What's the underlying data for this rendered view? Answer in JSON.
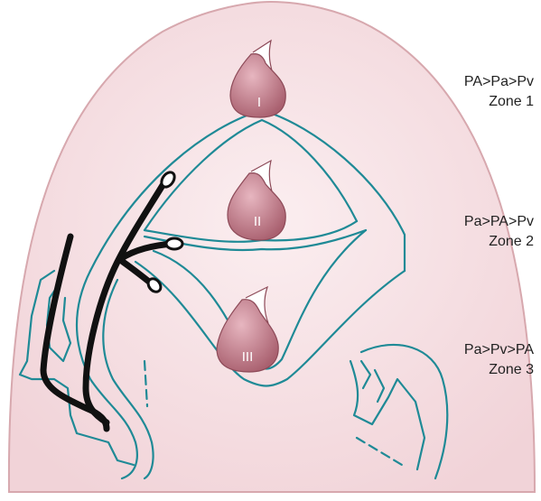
{
  "colors": {
    "lung_fill": "#f4dde0",
    "lung_edge": "#d7a8ae",
    "vessel": "#1f8a96",
    "catheter": "#111111",
    "alveolus_fill": "#c98a96",
    "alveolus_edge": "#8d4a58",
    "label_text": "#222222"
  },
  "alveoli": [
    {
      "numeral": "I"
    },
    {
      "numeral": "II"
    },
    {
      "numeral": "III"
    }
  ],
  "zones": [
    {
      "pressures": "PA>Pa>Pv",
      "name": "Zone 1"
    },
    {
      "pressures": "Pa>PA>Pv",
      "name": "Zone 2"
    },
    {
      "pressures": "Pa>Pv>PA",
      "name": "Zone 3"
    }
  ]
}
